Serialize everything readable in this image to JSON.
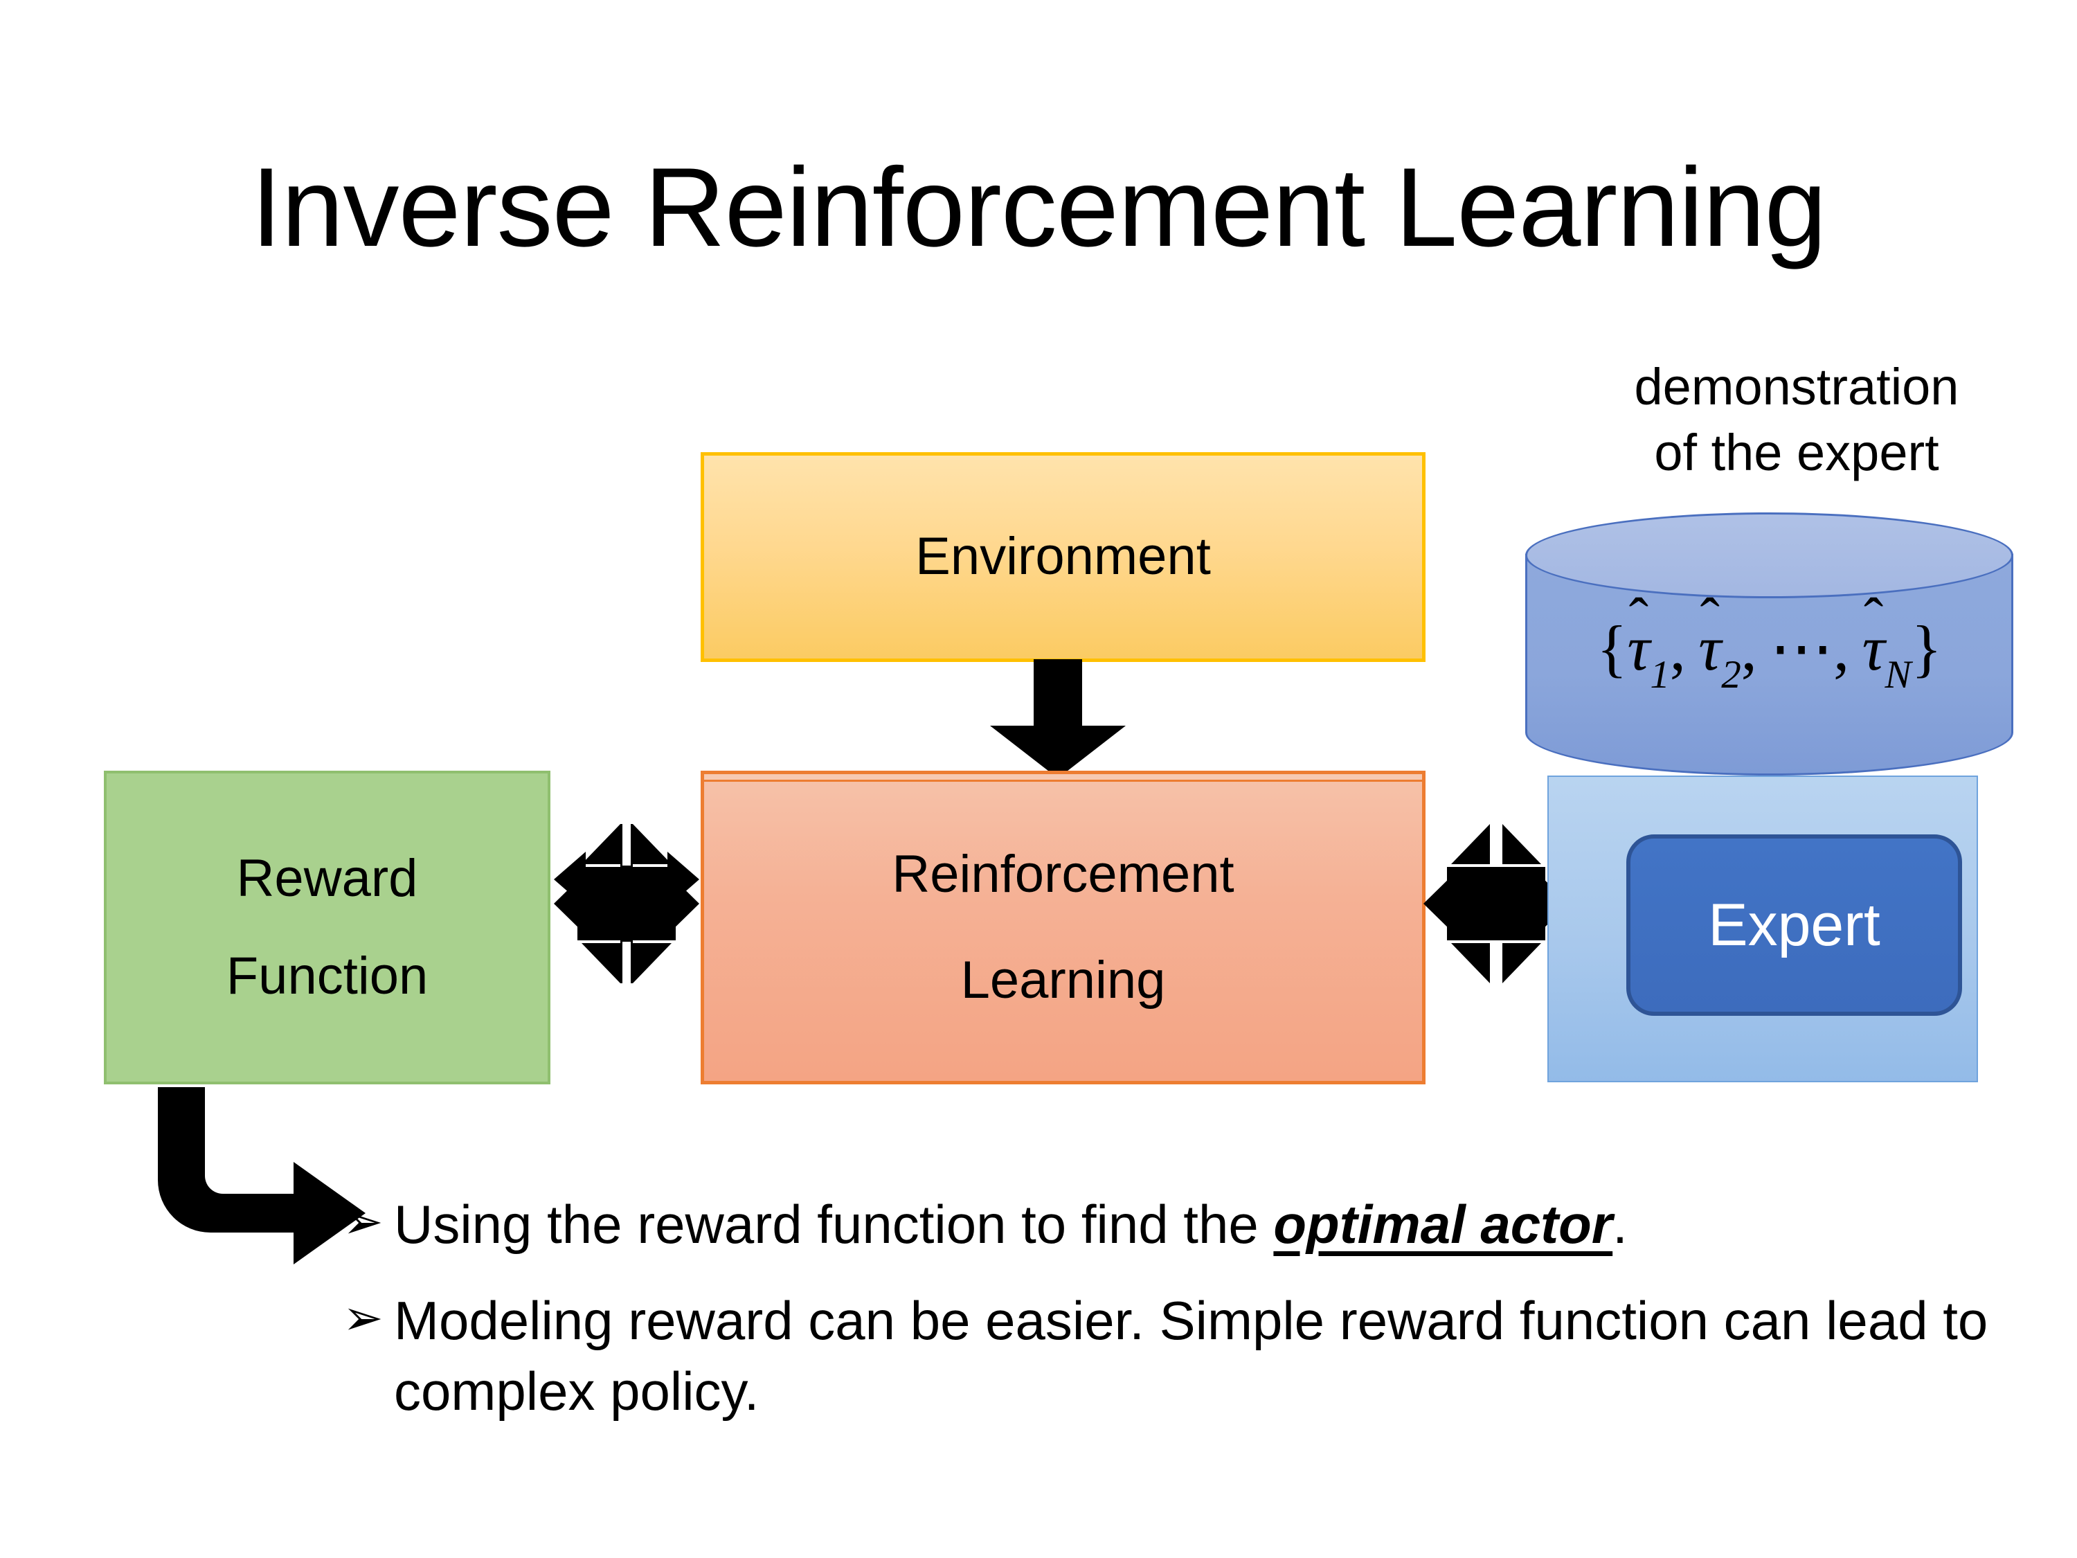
{
  "slide": {
    "title": "Inverse Reinforcement Learning",
    "background_color": "#FFFFFF"
  },
  "diagram": {
    "environment": {
      "label": "Environment",
      "fill_color": "#FFD88F",
      "border_color": "#FFC000"
    },
    "reinforcement_learning": {
      "label_line1": "Reinforcement",
      "label_line2": "Learning",
      "fill_color": "#F5B195",
      "border_color": "#ED7D31"
    },
    "reward_function": {
      "label_line1": "Reward",
      "label_line2": "Function",
      "fill_color": "#A9D18E",
      "border_color": "#8FBF6F"
    },
    "expert_group": {
      "caption_line1": "demonstration",
      "caption_line2": "of the expert",
      "cylinder": {
        "formula_open": "{",
        "tau_symbol": "τ",
        "hat_symbol": "̂",
        "subscript_1": "1",
        "subscript_2": "2",
        "ellipsis": "⋯",
        "comma": ",",
        "subscript_n": "N",
        "formula_close": "}",
        "formula_plain": "{τ̂1, τ̂2, ⋯, τ̂N}",
        "fill_color": "#8BA6DB",
        "top_fill_color": "#A9BDE4",
        "border_color": "#4A6FBF"
      },
      "panel": {
        "fill_color": "#A8C8EC",
        "border_color": "#6FA3DD"
      },
      "expert_button": {
        "label": "Expert",
        "fill_color": "#4472C4",
        "border_color": "#2E5496",
        "text_color": "#FFFFFF"
      }
    },
    "connectors": {
      "environment_to_rl": "down-block-arrow",
      "reward_to_rl": "four-way-arrow",
      "rl_to_expert": "four-way-arrow",
      "reward_to_bullets": "bent-block-arrow",
      "arrow_color": "#000000"
    }
  },
  "bullets": [
    {
      "marker": "➢",
      "text_before": "Using the reward function to find the ",
      "emphasis": "optimal actor",
      "text_after": "."
    },
    {
      "marker": "➢",
      "text_before": "Modeling reward can be easier. Simple reward function can lead to complex policy.",
      "emphasis": "",
      "text_after": ""
    }
  ]
}
